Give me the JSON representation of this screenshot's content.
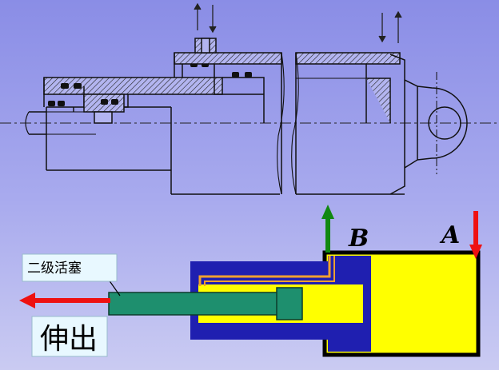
{
  "labels": {
    "port_b": "B",
    "port_a": "A",
    "second_stage_piston": "二级活塞",
    "extend": "伸出"
  },
  "colors": {
    "background_top": "#8b8ee6",
    "background_bottom": "#c7c9ef",
    "cylinder_fill": "#ffff00",
    "sleeve_fill": "#1f1fb0",
    "piston_fill": "#1e8f6e",
    "oil_passage": "#f0a030",
    "arrow_red": "#ee1111",
    "arrow_green": "#118811",
    "label_box": "#e8f8ff"
  },
  "icons": [
    "up-down-flow-arrow",
    "port-b-flow-arrow",
    "port-a-flow-arrow",
    "extend-direction-arrow"
  ]
}
